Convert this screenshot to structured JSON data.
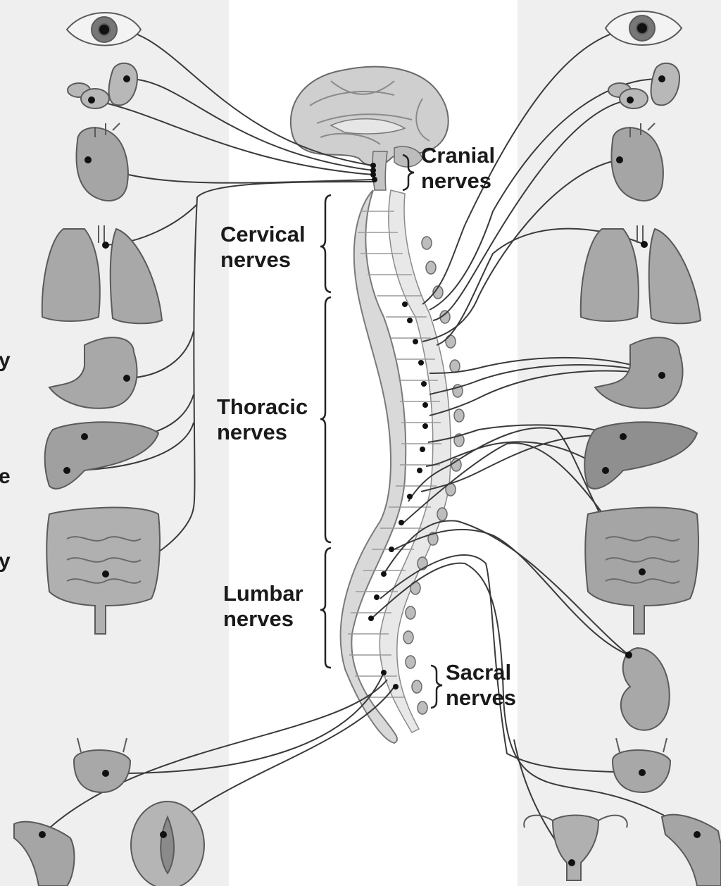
{
  "labels": {
    "cranial_line1": "Cranial",
    "cranial_line2": "nerves",
    "cervical_line1": "Cervical",
    "cervical_line2": "nerves",
    "thoracic_line1": "Thoracic",
    "thoracic_line2": "nerves",
    "lumbar_line1": "Lumbar",
    "lumbar_line2": "nerves",
    "sacral_line1": "Sacral",
    "sacral_line2": "nerves"
  },
  "edge_fragments": [
    "y",
    "e",
    "y"
  ],
  "colors": {
    "side_panel": "#efefef",
    "nerve_line": "#3a3a3a",
    "organ_fill": "#a9a9a9",
    "organ_stroke": "#5a5a5a",
    "bracket": "#222222",
    "text": "#1a1a1a"
  },
  "organs_left": [
    "eye",
    "salivary-glands",
    "heart",
    "lungs",
    "stomach",
    "liver",
    "intestines",
    "bladder",
    "penis",
    "vulva"
  ],
  "organs_right": [
    "eye",
    "salivary-glands",
    "heart",
    "lungs",
    "stomach",
    "liver",
    "intestines",
    "kidney",
    "bladder",
    "uterus",
    "penis"
  ]
}
